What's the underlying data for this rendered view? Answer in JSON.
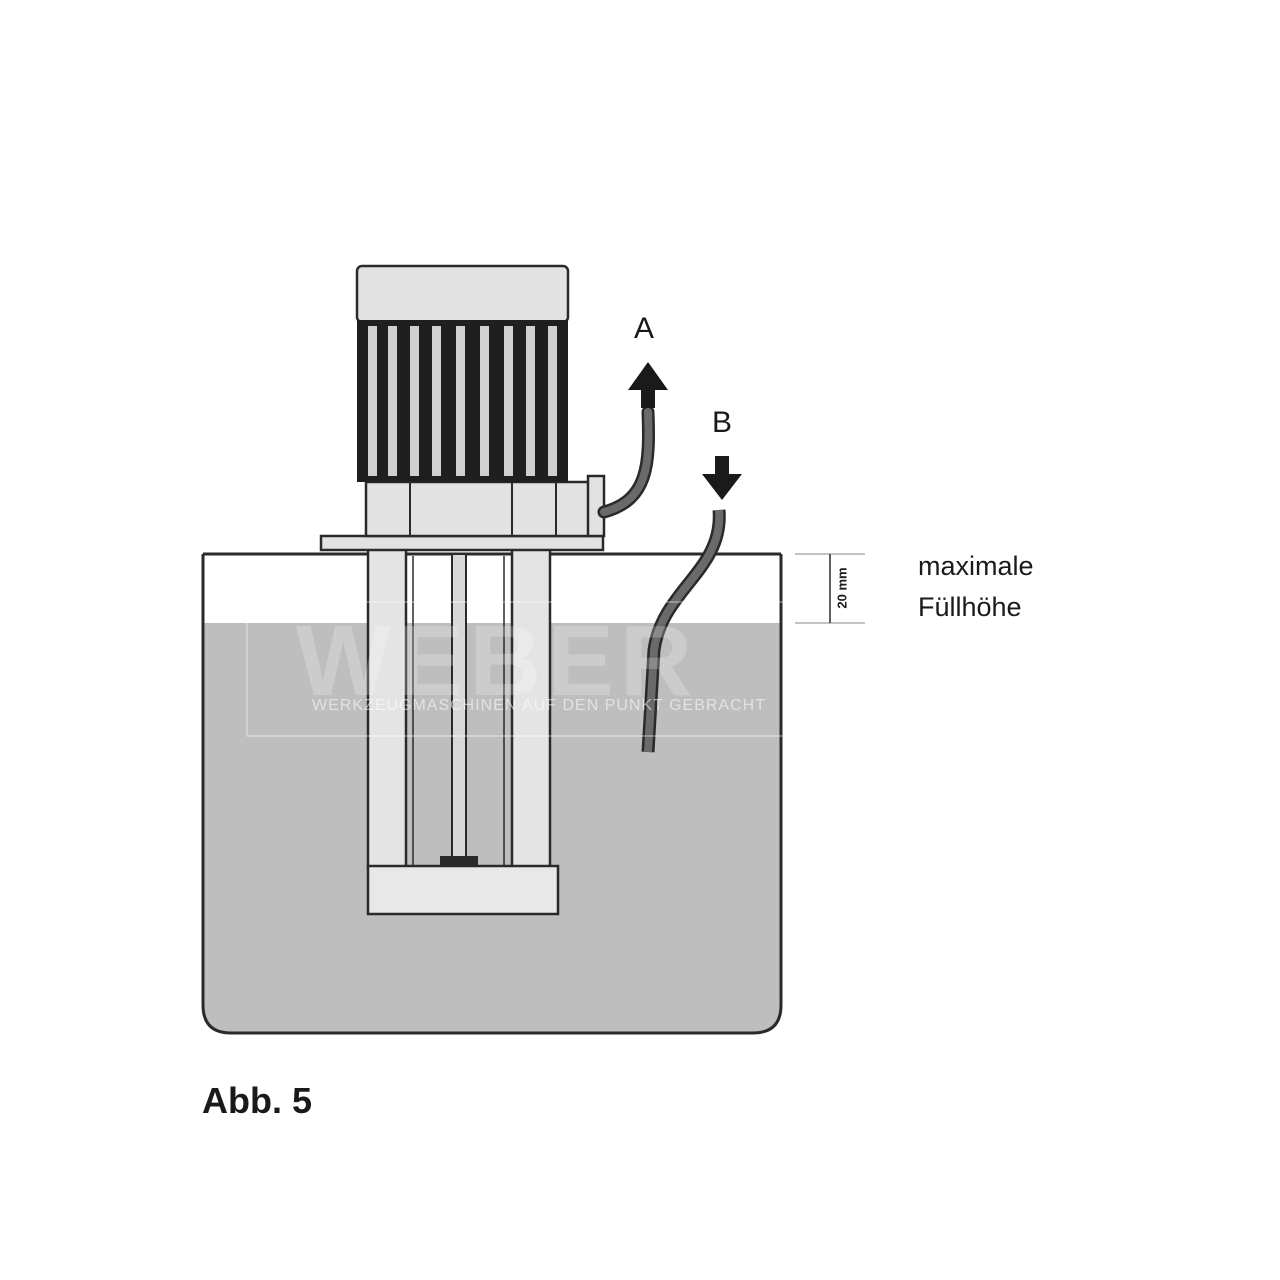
{
  "labels": {
    "outlet": "A",
    "inlet": "B",
    "fill_level_line1": "maximale",
    "fill_level_line2": "Füllhöhe",
    "dimension": "20 mm",
    "caption": "Abb. 5"
  },
  "watermark": {
    "brand": "WEBER",
    "slogan": "WERKZEUGMASCHINEN AUF DEN PUNKT GEBRACHT"
  },
  "colors": {
    "liquid": "#bebebe",
    "hose": "#6a6a6a",
    "outline": "#2a2a2a",
    "pump_body": "#e6e6e6"
  }
}
